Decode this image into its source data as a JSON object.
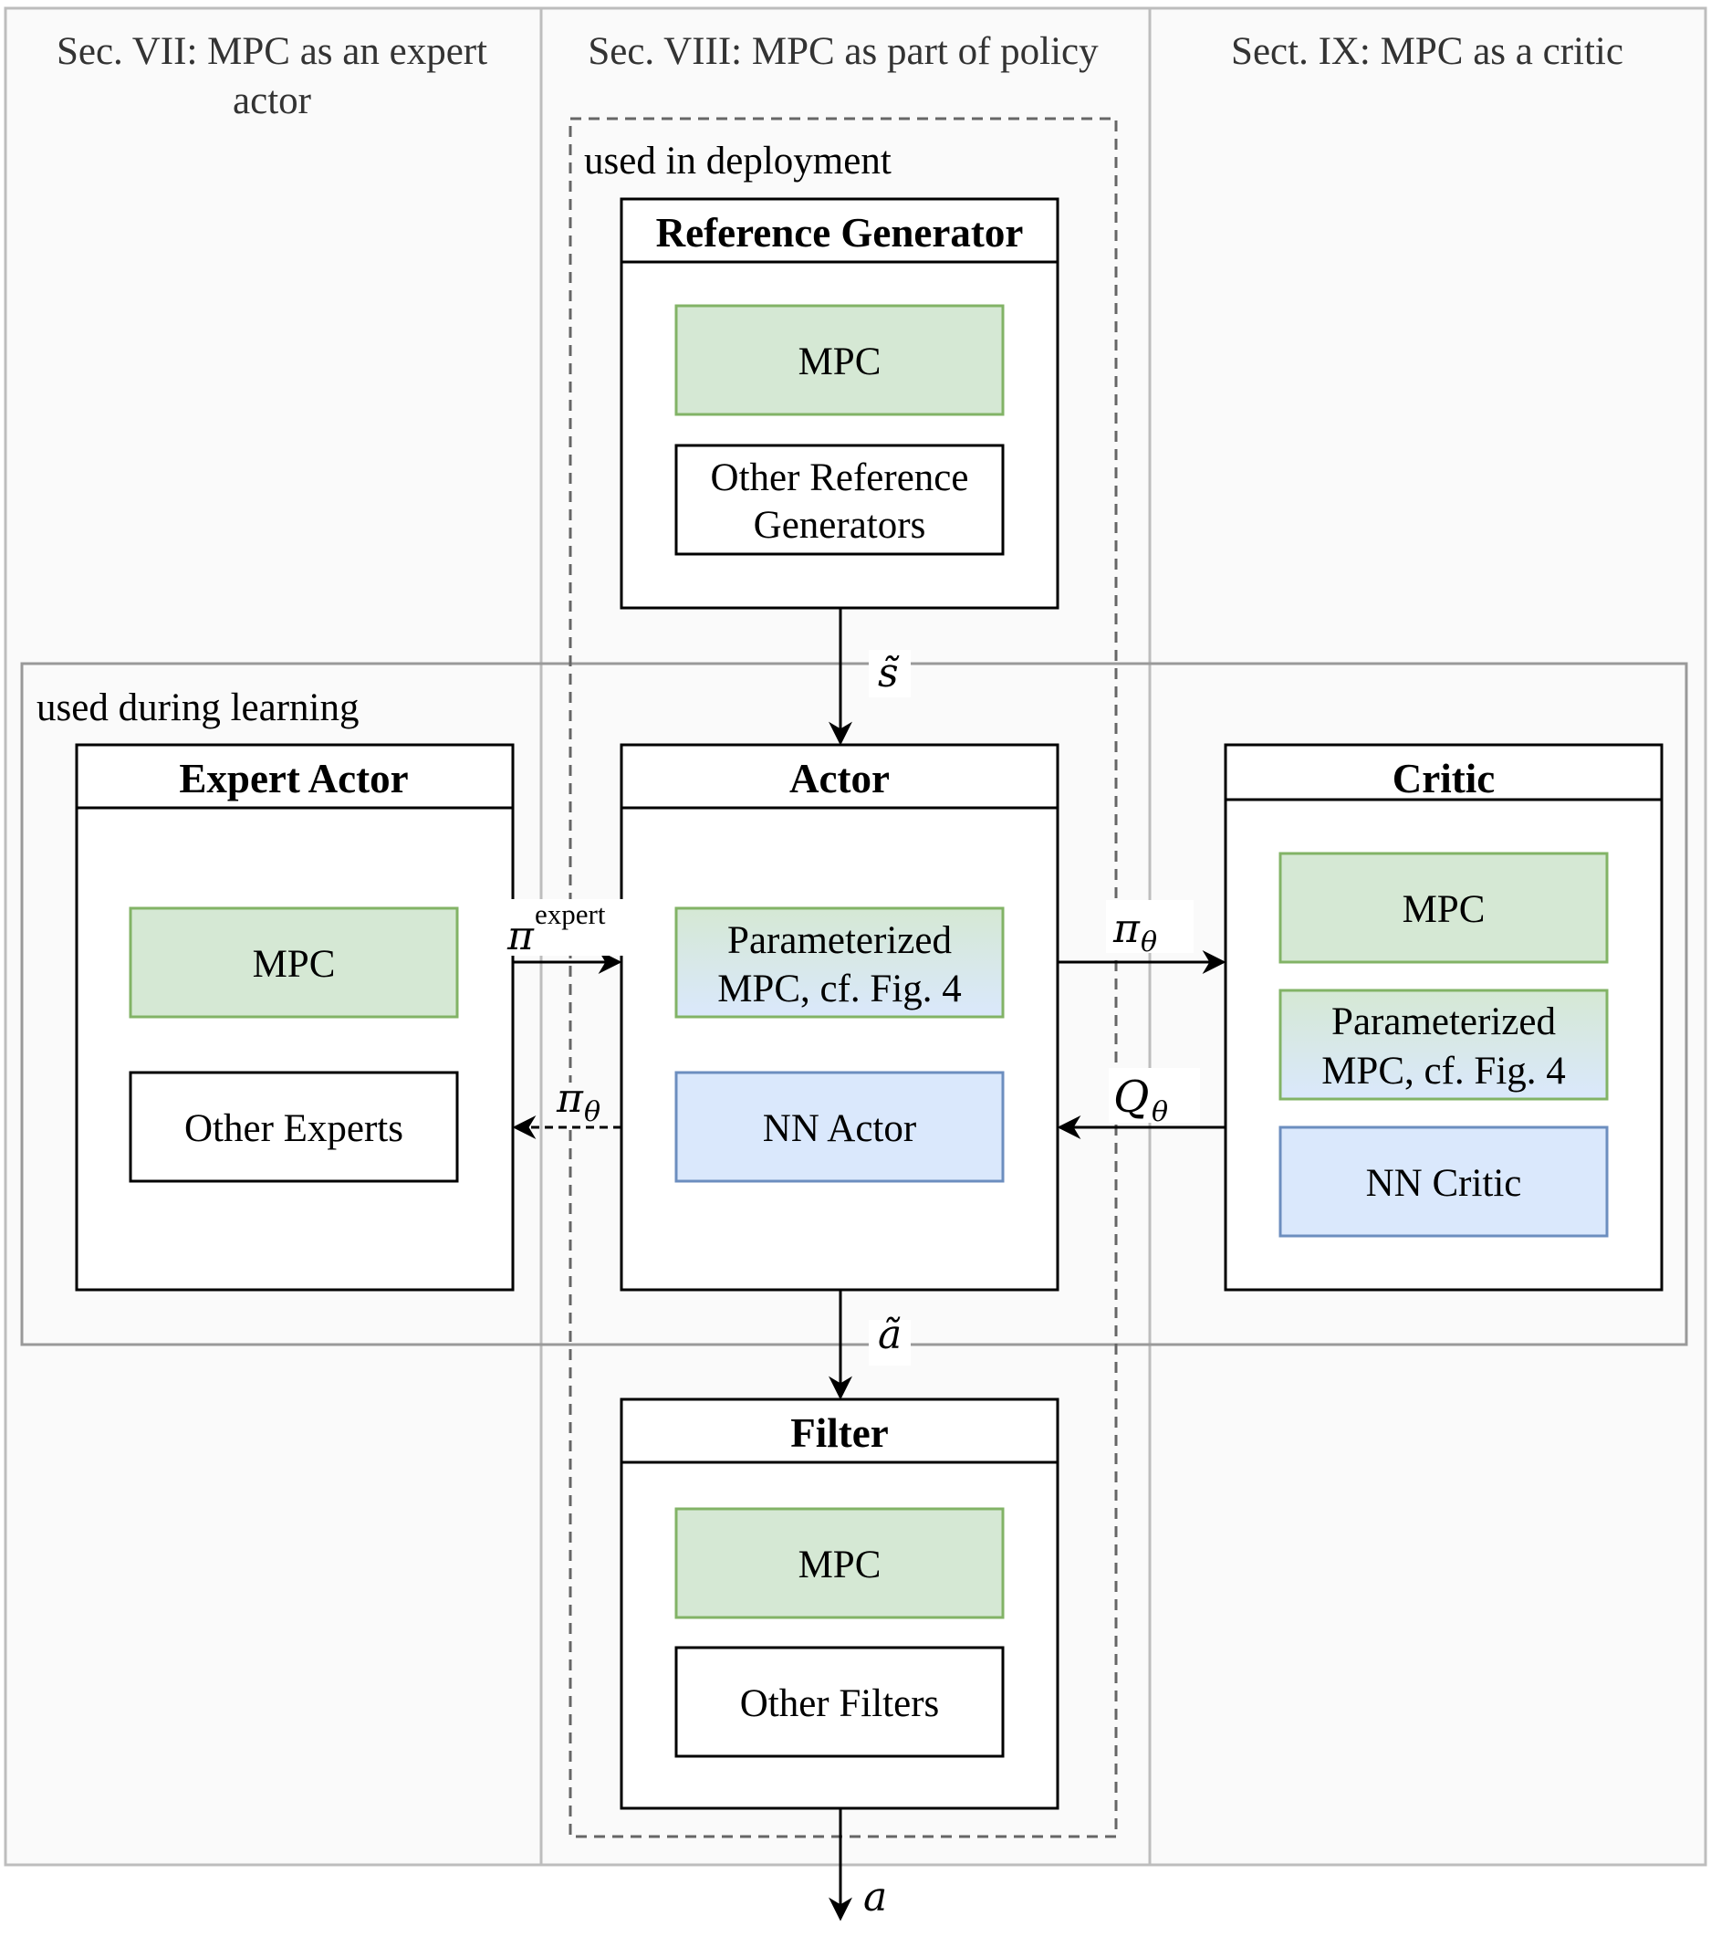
{
  "columns": {
    "col1_line1": "Sec. VII: MPC as an expert",
    "col1_line2": "actor",
    "col2": "Sec. VIII: MPC as part of policy",
    "col3": "Sect. IX: MPC as a critic"
  },
  "regions": {
    "deployment": "used in deployment",
    "learning": "used during learning"
  },
  "blocks": {
    "reference_generator": {
      "title": "Reference Generator",
      "mpc": "MPC",
      "other_line1": "Other Reference",
      "other_line2": "Generators"
    },
    "expert_actor": {
      "title": "Expert Actor",
      "mpc": "MPC",
      "other": "Other Experts"
    },
    "actor": {
      "title": "Actor",
      "param_line1": "Parameterized",
      "param_line2": "MPC, cf. Fig. 4",
      "nn": "NN Actor"
    },
    "critic": {
      "title": "Critic",
      "mpc": "MPC",
      "param_line1": "Parameterized",
      "param_line2": "MPC, cf. Fig. 4",
      "nn": "NN Critic"
    },
    "filter": {
      "title": "Filter",
      "mpc": "MPC",
      "other": "Other Filters"
    }
  },
  "signals": {
    "s_tilde": "s̃",
    "a_tilde": "ã",
    "a": "a",
    "pi": "π",
    "expert_sup": "expert",
    "theta_sub": "θ",
    "Q": "Q"
  },
  "colors": {
    "mpc_fill": "#d5e8d4",
    "mpc_stroke": "#82b366",
    "nn_fill": "#dae8fc",
    "nn_stroke": "#6c8ebf",
    "column_bg": "#fafafa",
    "column_stroke": "#bdbdbd"
  }
}
